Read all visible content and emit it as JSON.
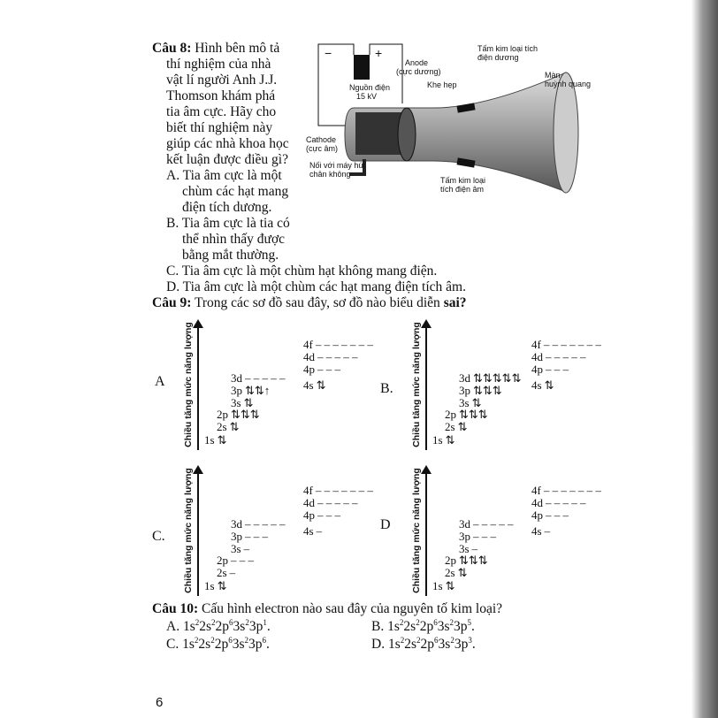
{
  "q8": {
    "label": "Câu 8:",
    "lines": [
      "Hình bên mô tả",
      "thí nghiệm của nhà",
      "vật lí người Anh J.J.",
      "Thomson khám phá",
      "tia âm cực. Hãy cho",
      "biết thí nghiệm này",
      "giúp các nhà khoa học",
      "kết luận được điều gì?"
    ],
    "options": {
      "A": [
        "A. Tia âm cực là một",
        "chùm các hạt mang",
        "điện tích dương."
      ],
      "B": [
        "B. Tia âm cực là tia có",
        "thể nhìn thấy được",
        "bằng mắt thường."
      ],
      "C": "C. Tia âm cực là một chùm hạt không mang điện.",
      "D": "D. Tia âm cực là một chùm các hạt mang điện tích âm."
    },
    "figure": {
      "minus": "−",
      "plus": "+",
      "source": "Nguồn điện",
      "voltage": "15 kV",
      "anode": "Anode",
      "anode_sub": "(cực dương)",
      "slit": "Khe hẹp",
      "pos_plate": "Tấm kim loại tích",
      "pos_plate2": "điện dương",
      "screen": "Màn",
      "screen2": "huỳnh quang",
      "cathode": "Cathode",
      "cathode_sub": "(cực âm)",
      "vacuum": "Nối với máy hút",
      "vacuum2": "chân không",
      "neg_plate": "Tấm kim loại",
      "neg_plate2": "tích điện âm"
    }
  },
  "q9": {
    "label": "Câu 9:",
    "text": "Trong các sơ đồ sau đây, sơ đồ nào biểu diễn",
    "emph": "sai?",
    "axis_label": "Chiều tăng mức năng lượng",
    "diagrams": [
      {
        "letter": "A",
        "levels": {
          "1s": "⇅",
          "2s": "⇅",
          "2p": "⇅⇅⇅",
          "3s": "⇅",
          "3p": "⇅⇅↑",
          "3d": "– – – – –",
          "4s": "⇅",
          "4p": "– – –",
          "4d": "– – – – –",
          "4f": "– – – – – – –"
        }
      },
      {
        "letter": "B.",
        "levels": {
          "1s": "⇅",
          "2s": "⇅",
          "2p": "⇅⇅⇅",
          "3s": "⇅",
          "3p": "⇅⇅⇅",
          "3d": "⇅⇅⇅⇅⇅",
          "4s": "⇅",
          "4p": "– – –",
          "4d": "– – – – –",
          "4f": "– – – – – – –"
        }
      },
      {
        "letter": "C.",
        "levels": {
          "1s": "⇅",
          "2s": "–",
          "2p": "– – –",
          "3s": "–",
          "3p": "– – –",
          "3d": "– – – – –",
          "4s": "–",
          "4p": "– – –",
          "4d": "– – – – –",
          "4f": "– – – – – – –"
        }
      },
      {
        "letter": "D",
        "levels": {
          "1s": "⇅",
          "2s": "⇅",
          "2p": "⇅⇅⇅",
          "3s": "–",
          "3p": "– – –",
          "3d": "– – – – –",
          "4s": "–",
          "4p": "– – –",
          "4d": "– – – – –",
          "4f": "– – – – – – –"
        }
      }
    ]
  },
  "q10": {
    "label": "Câu 10:",
    "text": "Cấu hình electron nào sau đây của nguyên tố kim loại?",
    "options": [
      {
        "key": "A.",
        "last": "1"
      },
      {
        "key": "B.",
        "last": "5"
      },
      {
        "key": "C.",
        "last": "6"
      },
      {
        "key": "D.",
        "last": "3"
      }
    ]
  },
  "page_number": "6"
}
